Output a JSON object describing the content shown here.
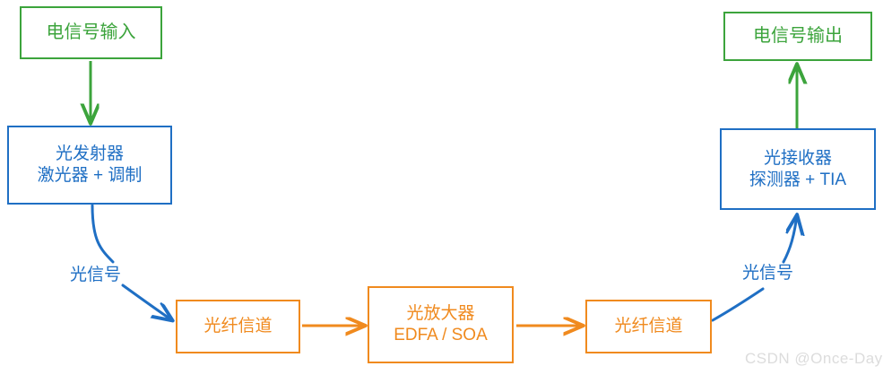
{
  "diagram": {
    "title_text": "",
    "colors": {
      "green": "#3CA43C",
      "blue": "#1F6FC4",
      "orange": "#F08A1E",
      "watermark_gray": "#DCDCDC",
      "background": "#FFFFFF"
    },
    "nodes": [
      {
        "id": "electrical-signal-input",
        "line1": "电信号输入",
        "line2": "",
        "color": "green"
      },
      {
        "id": "optical-transmitter",
        "line1": "光发射器",
        "line2": "激光器 + 调制",
        "color": "blue"
      },
      {
        "id": "fiber-channel-left",
        "line1": "光纤信道",
        "line2": "",
        "color": "orange"
      },
      {
        "id": "optical-amplifier",
        "line1": "光放大器",
        "line2": "EDFA / SOA",
        "color": "orange"
      },
      {
        "id": "fiber-channel-right",
        "line1": "光纤信道",
        "line2": "",
        "color": "orange"
      },
      {
        "id": "optical-receiver",
        "line1": "光接收器",
        "line2": "探测器 + TIA",
        "color": "blue"
      },
      {
        "id": "electrical-signal-output",
        "line1": "电信号输出",
        "line2": "",
        "color": "green"
      }
    ],
    "edge_labels": [
      {
        "id": "optical-signal-left",
        "text": "光信号",
        "color": "blue"
      },
      {
        "id": "optical-signal-right",
        "text": "光信号",
        "color": "blue"
      }
    ],
    "watermark": "CSDN @Once-Day"
  }
}
